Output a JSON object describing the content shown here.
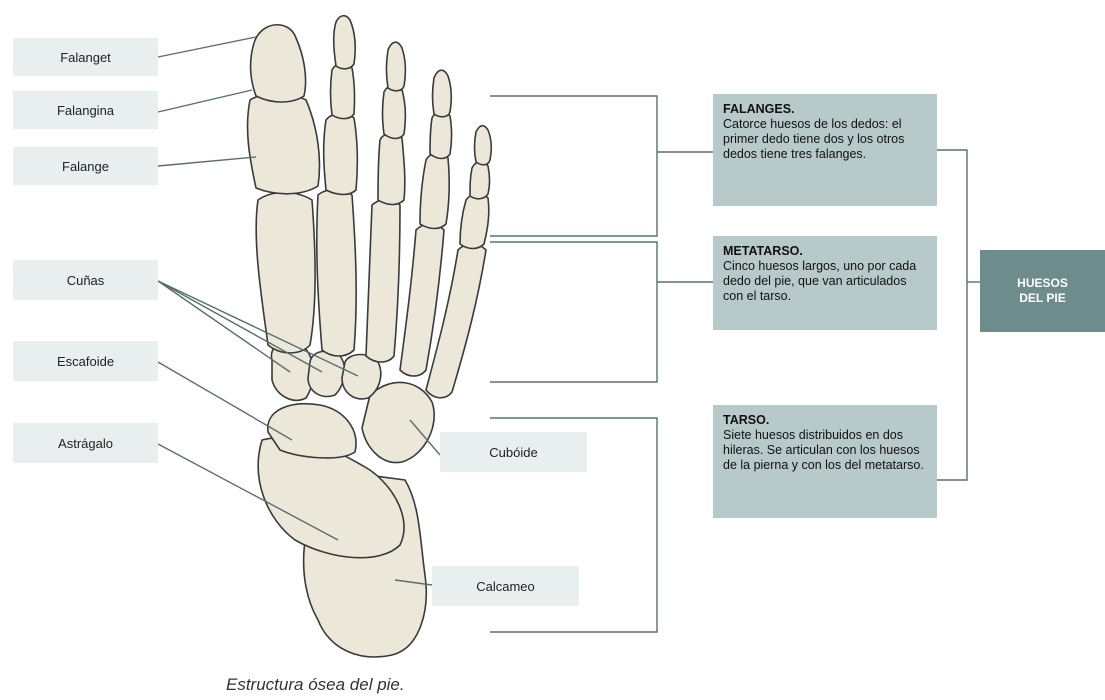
{
  "diagram": {
    "left_labels": [
      "Falanget",
      "Falangina",
      "Falange",
      "Cuñas",
      "Escafoide",
      "Astrágalo"
    ],
    "right_labels": [
      "Cubóide",
      "Calcameo"
    ],
    "info_boxes": [
      {
        "title": "FALANGES.",
        "text": "Catorce huesos de los dedos: el primer dedo tiene dos y los otros dedos tiene tres falanges."
      },
      {
        "title": "METATARSO.",
        "text": "Cinco huesos largos, uno por cada dedo del pie, que van articulados con el tarso."
      },
      {
        "title": "TARSO.",
        "text": "Siete huesos distribuidos en dos hileras. Se articulan con los huesos de la pierna y con los del metatarso."
      }
    ],
    "main_box": {
      "line1": "HUESOS",
      "line2": "DEL PIE"
    },
    "caption": "Estructura ósea del pie.",
    "colors": {
      "bone_fill": "#ebe8da",
      "bone_stroke": "#3a3a3a",
      "label_box": "#e9eeee",
      "info_box": "#b8c9c9",
      "main_box": "#6e8c8c",
      "line": "#5a6e6e"
    }
  }
}
